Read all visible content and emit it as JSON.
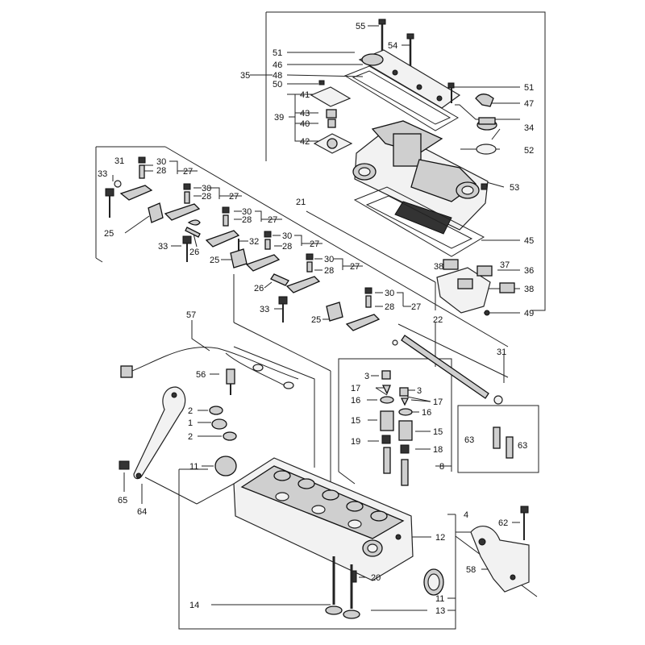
{
  "callouts": [
    {
      "id": "c55",
      "text": "55"
    },
    {
      "id": "c54",
      "text": "54"
    },
    {
      "id": "c51a",
      "text": "51"
    },
    {
      "id": "c46",
      "text": "46"
    },
    {
      "id": "c35",
      "text": "35"
    },
    {
      "id": "c48",
      "text": "48"
    },
    {
      "id": "c50",
      "text": "50"
    },
    {
      "id": "c41",
      "text": "41"
    },
    {
      "id": "c43",
      "text": "43"
    },
    {
      "id": "c39",
      "text": "39"
    },
    {
      "id": "c40",
      "text": "40"
    },
    {
      "id": "c42",
      "text": "42"
    },
    {
      "id": "c51b",
      "text": "51"
    },
    {
      "id": "c47",
      "text": "47"
    },
    {
      "id": "c34",
      "text": "34"
    },
    {
      "id": "c52",
      "text": "52"
    },
    {
      "id": "c53",
      "text": "53"
    },
    {
      "id": "c45",
      "text": "45"
    },
    {
      "id": "c37",
      "text": "37"
    },
    {
      "id": "c36",
      "text": "36"
    },
    {
      "id": "c38a",
      "text": "38"
    },
    {
      "id": "c38b",
      "text": "38"
    },
    {
      "id": "c49",
      "text": "49"
    },
    {
      "id": "c31a",
      "text": "31"
    },
    {
      "id": "c33a",
      "text": "33"
    },
    {
      "id": "c30a",
      "text": "30"
    },
    {
      "id": "c28a",
      "text": "28"
    },
    {
      "id": "c27a",
      "text": "27"
    },
    {
      "id": "c30b",
      "text": "30"
    },
    {
      "id": "c28b",
      "text": "28"
    },
    {
      "id": "c27b",
      "text": "27"
    },
    {
      "id": "c21",
      "text": "21"
    },
    {
      "id": "c30c",
      "text": "30"
    },
    {
      "id": "c28c",
      "text": "28"
    },
    {
      "id": "c27c",
      "text": "27"
    },
    {
      "id": "c25a",
      "text": "25"
    },
    {
      "id": "c26a",
      "text": "26"
    },
    {
      "id": "c33b",
      "text": "33"
    },
    {
      "id": "c32",
      "text": "32"
    },
    {
      "id": "c30d",
      "text": "30"
    },
    {
      "id": "c28d",
      "text": "28"
    },
    {
      "id": "c27d",
      "text": "27"
    },
    {
      "id": "c25b",
      "text": "25"
    },
    {
      "id": "c30e",
      "text": "30"
    },
    {
      "id": "c28e",
      "text": "28"
    },
    {
      "id": "c27e",
      "text": "27"
    },
    {
      "id": "c26b",
      "text": "26"
    },
    {
      "id": "c33c",
      "text": "33"
    },
    {
      "id": "c25c",
      "text": "25"
    },
    {
      "id": "c30f",
      "text": "30"
    },
    {
      "id": "c28f",
      "text": "28"
    },
    {
      "id": "c27f",
      "text": "27"
    },
    {
      "id": "c22",
      "text": "22"
    },
    {
      "id": "c31b",
      "text": "31"
    },
    {
      "id": "c57",
      "text": "57"
    },
    {
      "id": "c56",
      "text": "56"
    },
    {
      "id": "c3a",
      "text": "3"
    },
    {
      "id": "c3b",
      "text": "3"
    },
    {
      "id": "c17a",
      "text": "17"
    },
    {
      "id": "c17b",
      "text": "17"
    },
    {
      "id": "c16a",
      "text": "16"
    },
    {
      "id": "c16b",
      "text": "16"
    },
    {
      "id": "c15a",
      "text": "15"
    },
    {
      "id": "c15b",
      "text": "15"
    },
    {
      "id": "c19",
      "text": "19"
    },
    {
      "id": "c18",
      "text": "18"
    },
    {
      "id": "c8",
      "text": "8"
    },
    {
      "id": "c63a",
      "text": "63"
    },
    {
      "id": "c63b",
      "text": "63"
    },
    {
      "id": "c2a",
      "text": "2"
    },
    {
      "id": "c1",
      "text": "1"
    },
    {
      "id": "c2b",
      "text": "2"
    },
    {
      "id": "c11a",
      "text": "11"
    },
    {
      "id": "c65",
      "text": "65"
    },
    {
      "id": "c64",
      "text": "64"
    },
    {
      "id": "c4",
      "text": "4"
    },
    {
      "id": "c62",
      "text": "62"
    },
    {
      "id": "c12",
      "text": "12"
    },
    {
      "id": "c58",
      "text": "58"
    },
    {
      "id": "c20",
      "text": "20"
    },
    {
      "id": "c11b",
      "text": "11"
    },
    {
      "id": "c14",
      "text": "14"
    },
    {
      "id": "c13",
      "text": "13"
    }
  ]
}
